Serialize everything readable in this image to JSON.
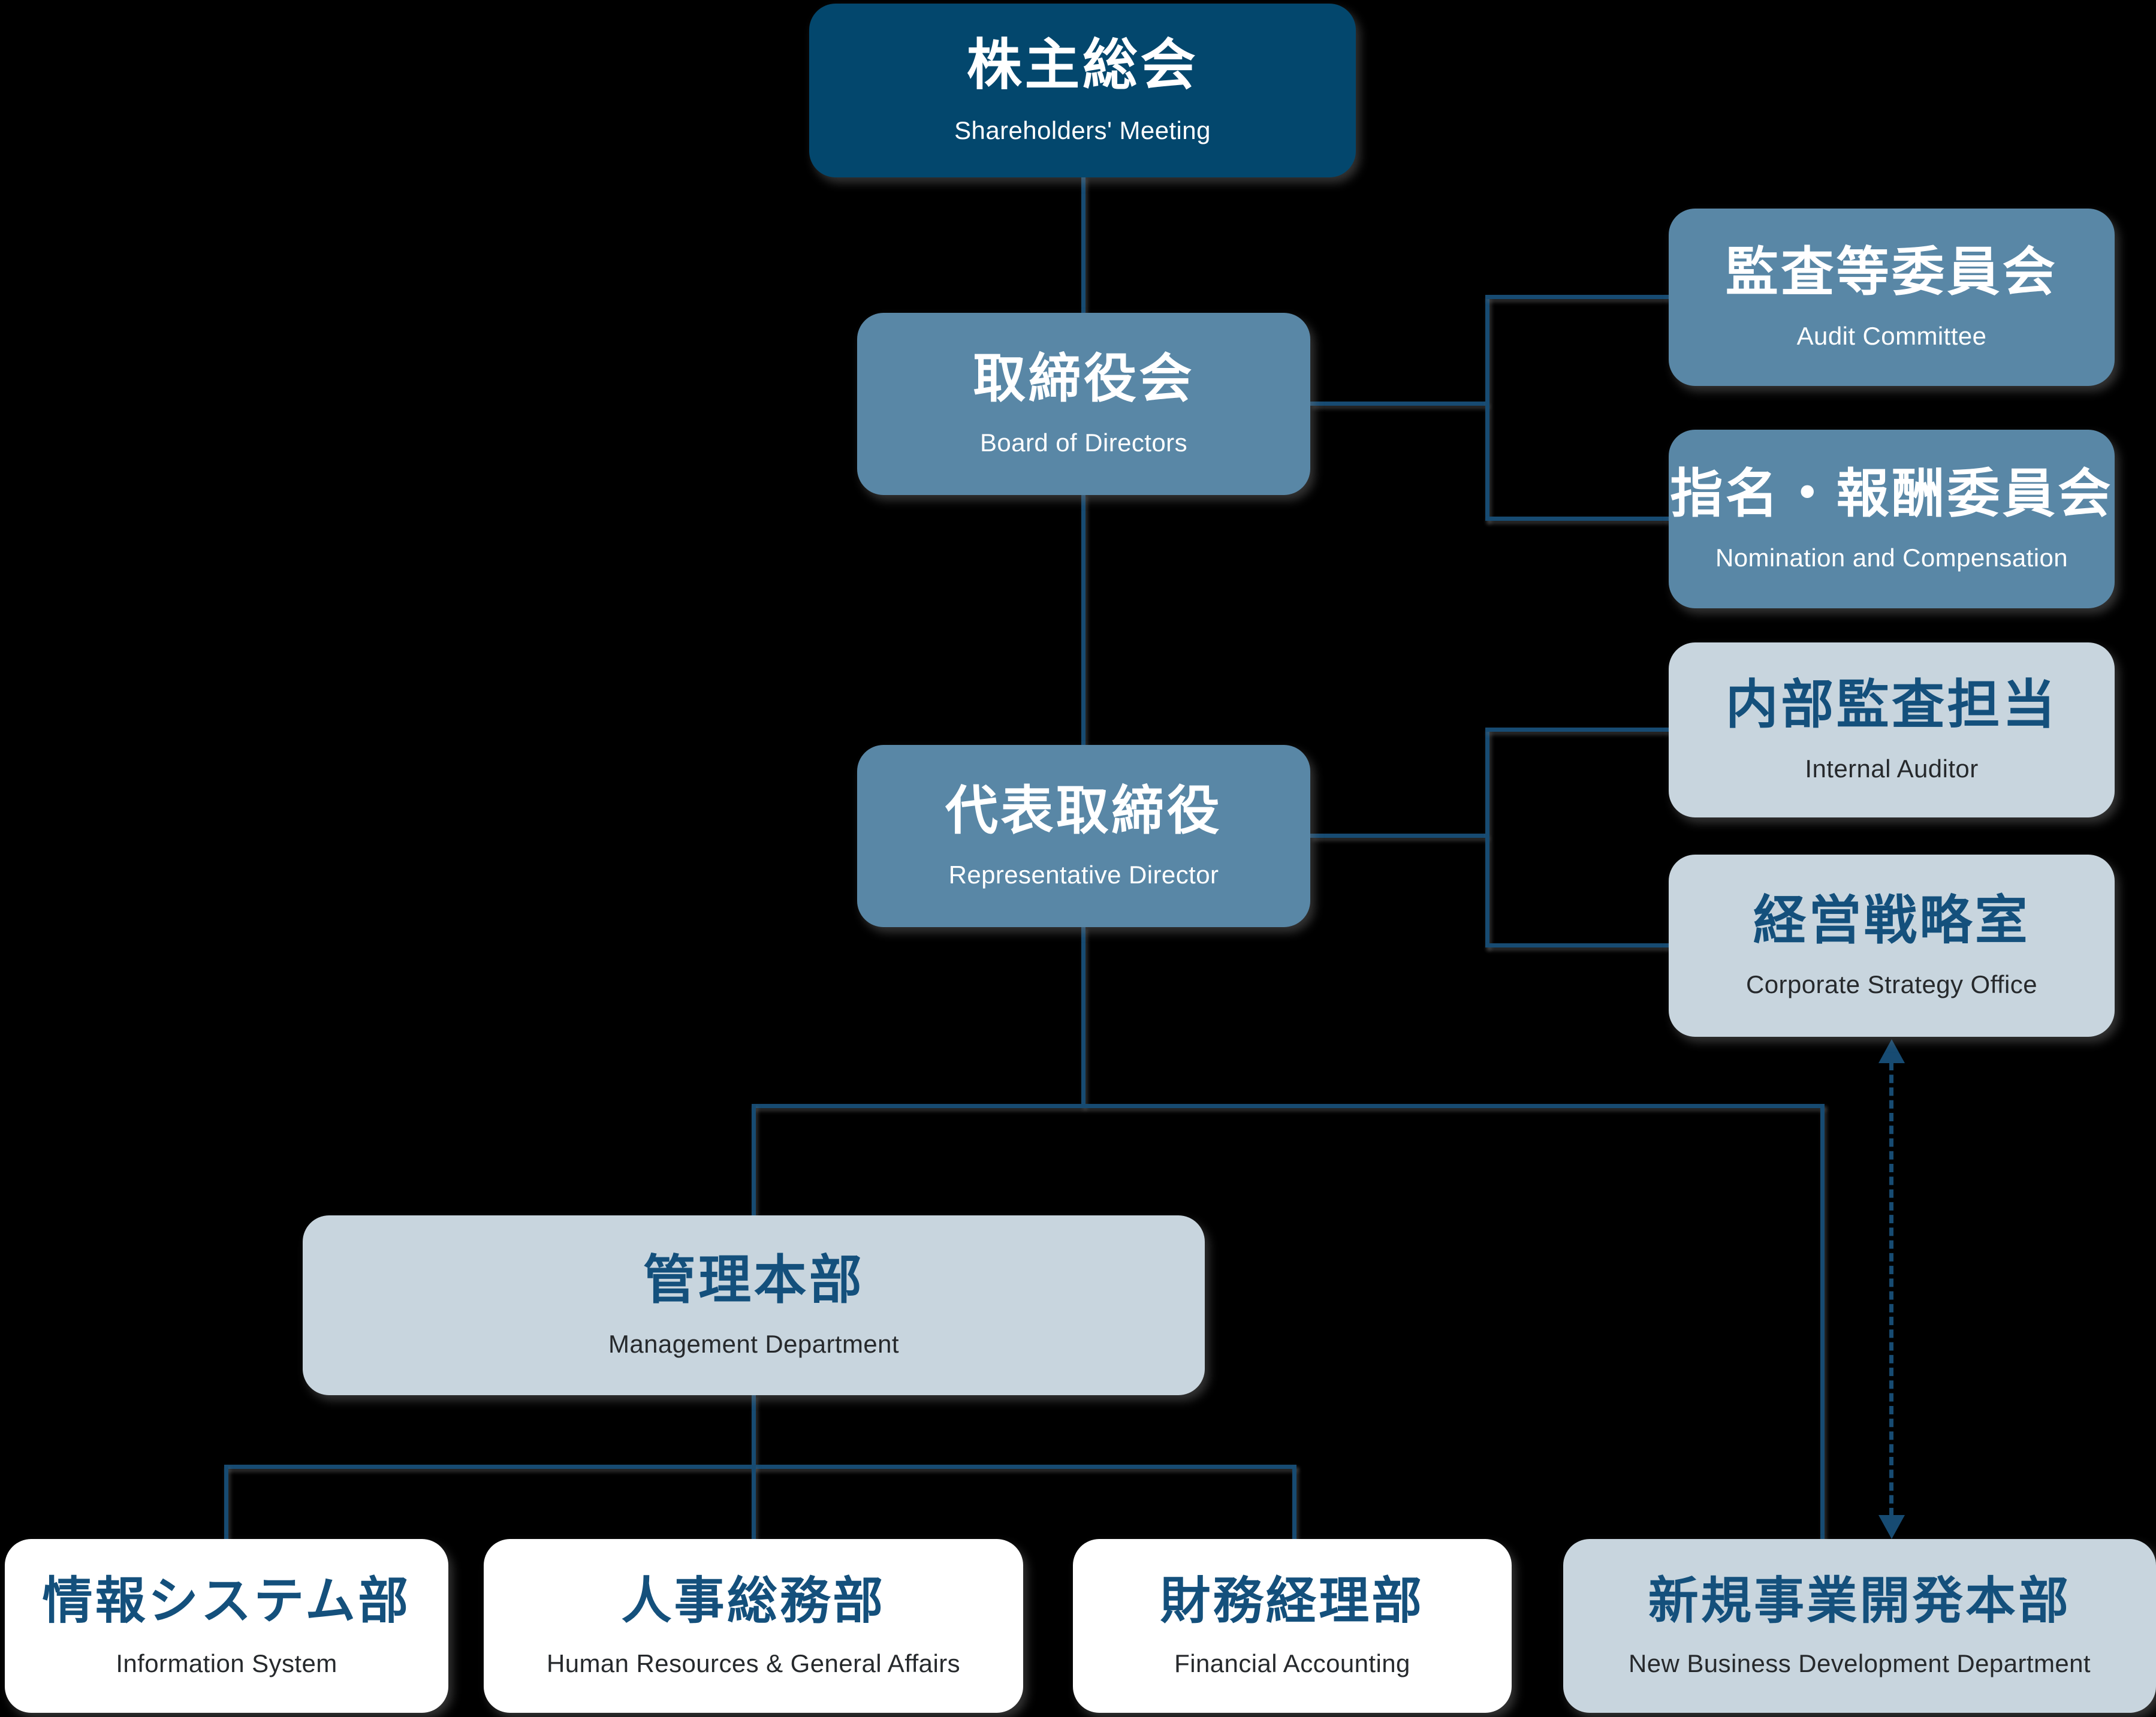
{
  "title": "Organization Chart",
  "colors": {
    "background": "#000000",
    "dark_navy_box": "#03476d",
    "steel_blue_box": "#5987a6",
    "pale_blue_box": "#c8d5de",
    "white_box": "#ffffff",
    "connector_navy": "#174b72",
    "jp_title_navy": "#14507c",
    "en_subtitle_dark": "#26292c"
  },
  "nodes": {
    "shareholders": {
      "jp": "株主総会",
      "en": "Shareholders' Meeting"
    },
    "board": {
      "jp": "取締役会",
      "en": "Board of Directors"
    },
    "audit": {
      "jp": "監査等委員会",
      "en": "Audit Committee"
    },
    "nomination": {
      "jp": "指名・報酬委員会",
      "en": "Nomination and Compensation"
    },
    "representative": {
      "jp": "代表取締役",
      "en": "Representative Director"
    },
    "internal_audit": {
      "jp": "内部監査担当",
      "en": "Internal Auditor"
    },
    "strategy": {
      "jp": "経営戦略室",
      "en": "Corporate Strategy Office"
    },
    "management": {
      "jp": "管理本部",
      "en": "Management Department"
    },
    "info_system": {
      "jp": "情報システム部",
      "en": "Information System"
    },
    "hr": {
      "jp": "人事総務部",
      "en": "Human Resources &amp; General Affairs"
    },
    "finance": {
      "jp": "財務経理部",
      "en": "Financial Accounting"
    },
    "nbd": {
      "jp": "新規事業開発本部",
      "en": "New Business Development Department"
    }
  }
}
